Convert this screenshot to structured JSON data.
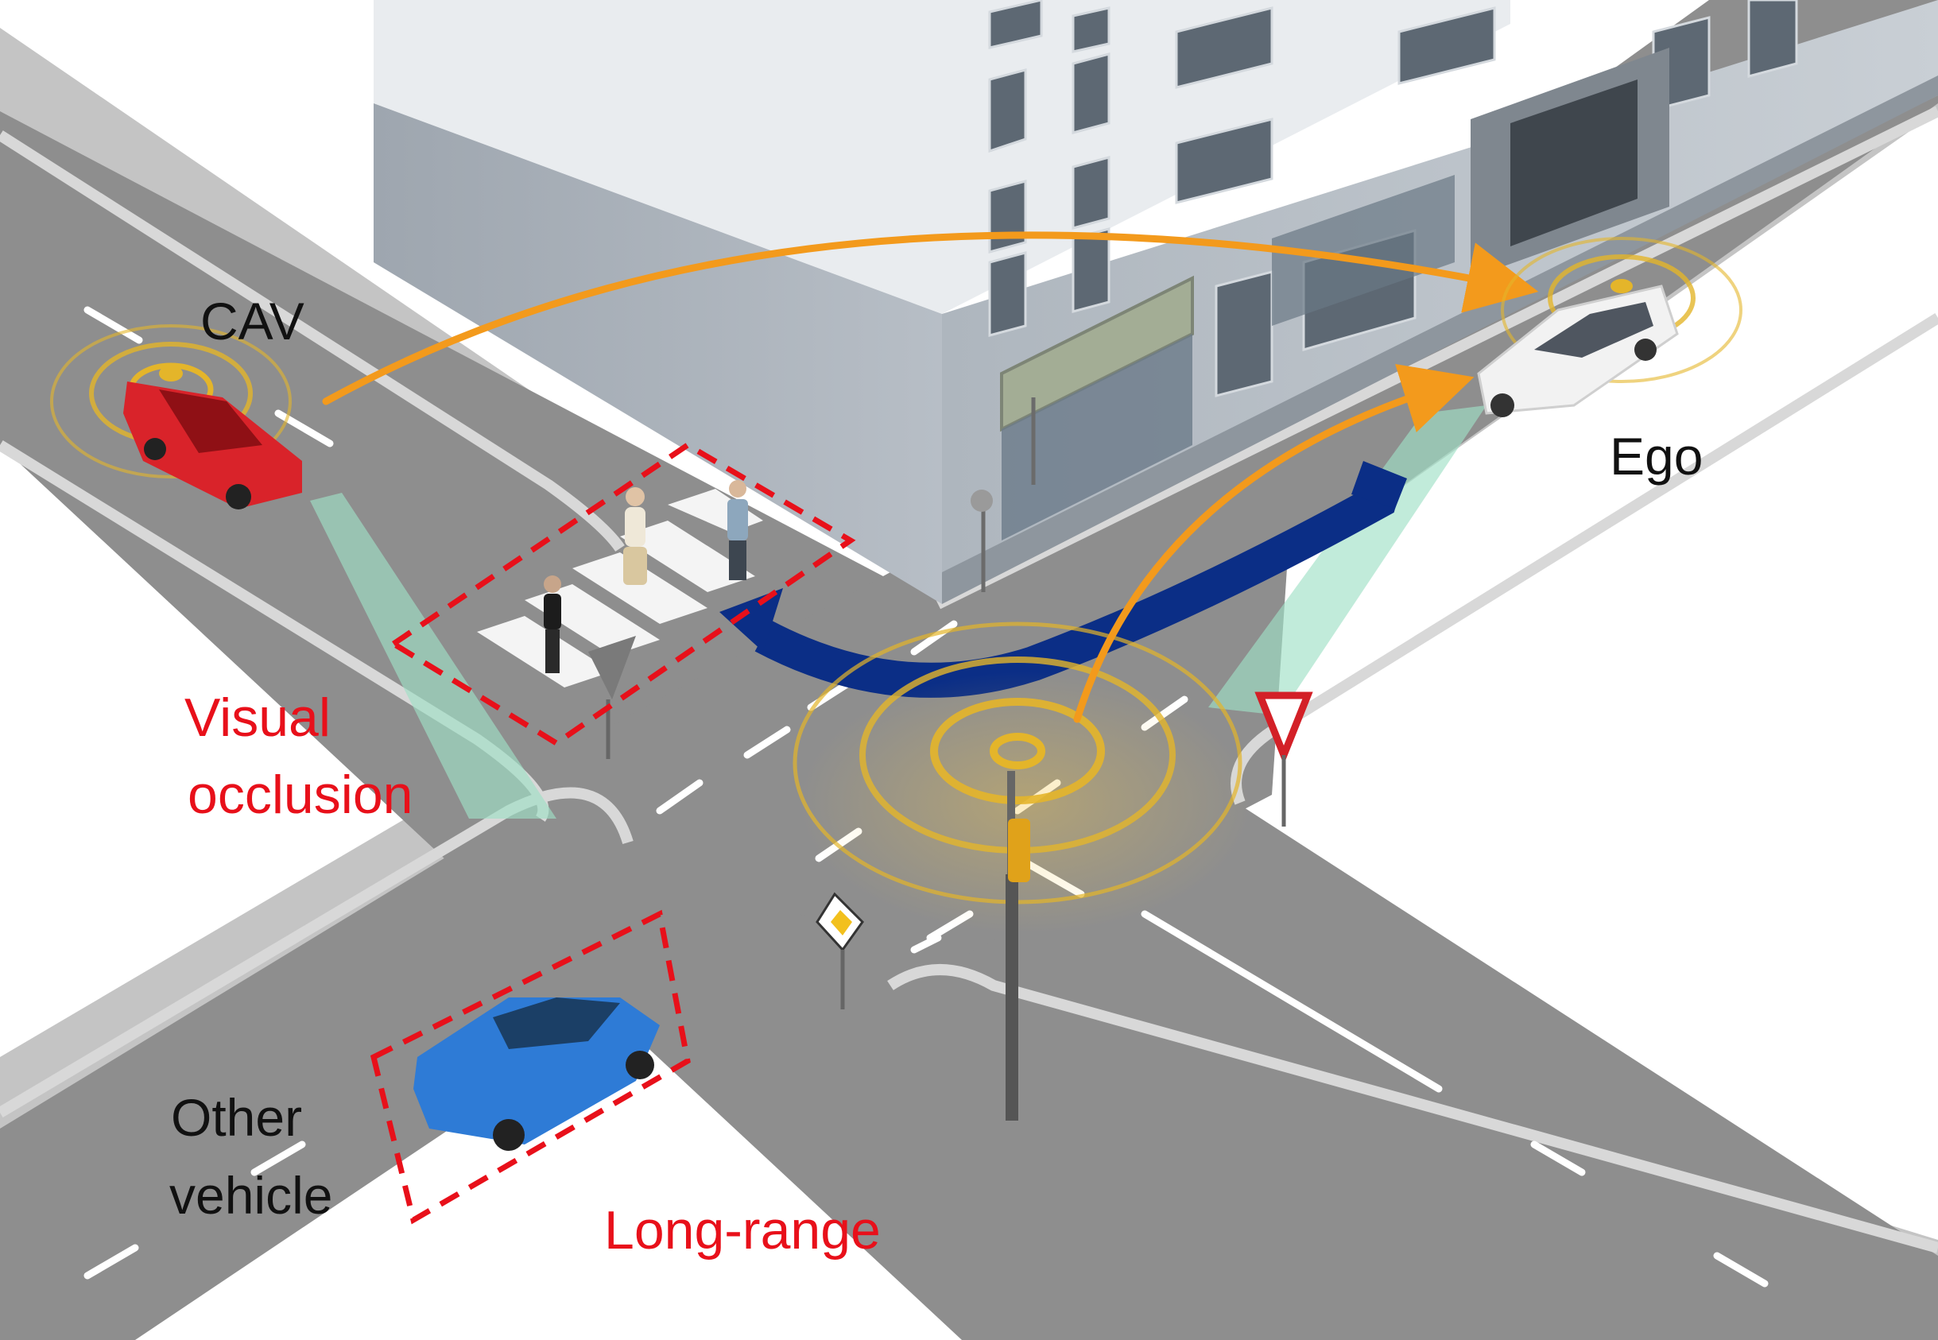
{
  "labels": {
    "cav": "CAV",
    "ego": "Ego",
    "visual_occlusion_line1": "Visual",
    "visual_occlusion_line2": "occlusion",
    "other_vehicle_line1": "Other",
    "other_vehicle_line2": "vehicle",
    "long_range": "Long-range"
  },
  "colors": {
    "background": "#ffffff",
    "road": "#8f8f8f",
    "sidewalk": "#bdbdbd",
    "building_wall": "#c7ccd2",
    "building_roof": "#e8ebee",
    "accent_red": "#e8101a",
    "communication_orange": "#f39a1c",
    "signal_rings": "#e4b52a",
    "route_arrow_blue": "#0b2e86",
    "field_of_view": "#9fe0c6",
    "cav_car": "#d9232a",
    "ego_car": "#f2f2f2",
    "other_vehicle": "#2e7bd6"
  },
  "icons": [
    "cav-car-icon",
    "ego-car-icon",
    "other-vehicle-car-icon",
    "pedestrian-icon",
    "roadside-unit-pole-icon",
    "yield-sign-icon",
    "priority-road-sign-icon",
    "broadcast-rings-icon"
  ]
}
